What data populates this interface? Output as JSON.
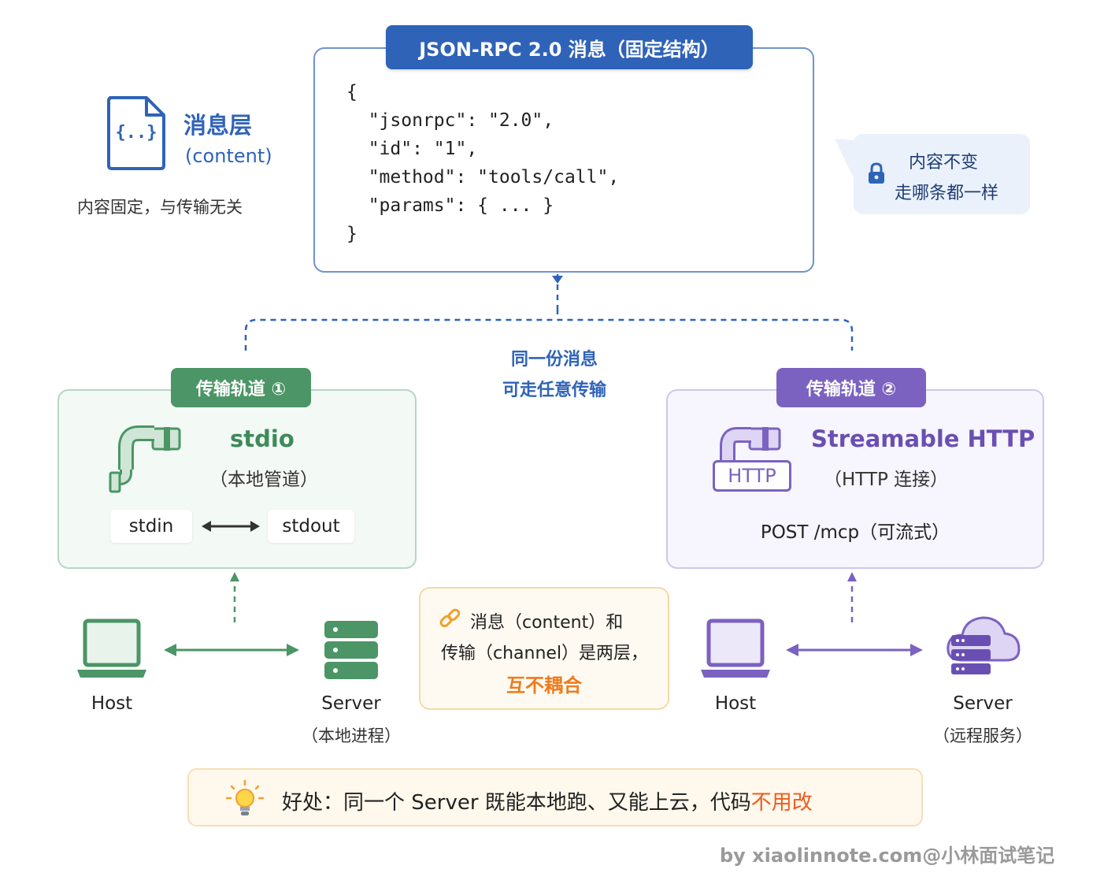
{
  "message": {
    "title": "JSON-RPC 2.0 消息（固定结构）",
    "code_lines": [
      "{",
      "  \"jsonrpc\": \"2.0\",",
      "  \"id\": \"1\",",
      "  \"method\": \"tools/call\",",
      "  \"params\": { ... }",
      "}"
    ]
  },
  "message_layer": {
    "icon_text": "{..}",
    "title": "消息层",
    "subtitle": "(content)",
    "note": "内容固定，与传输无关"
  },
  "invariant": {
    "line1": "内容不变",
    "line2": "走哪条都一样"
  },
  "center_note": {
    "line1": "同一份消息",
    "line2": "可走任意传输"
  },
  "transport_stdio": {
    "tag": "传输轨道 ①",
    "name": "stdio",
    "desc": "（本地管道）",
    "left_chip": "stdin",
    "right_chip": "stdout",
    "host_label": "Host",
    "server_label": "Server",
    "server_note": "（本地进程）"
  },
  "transport_http": {
    "tag": "传输轨道 ②",
    "name": "Streamable HTTP",
    "desc": "（HTTP 连接）",
    "icon_text": "HTTP",
    "endpoint": "POST /mcp（可流式）",
    "host_label": "Host",
    "server_label": "Server",
    "server_note": "（远程服务）"
  },
  "decouple": {
    "line1": "消息（content）和",
    "line2": "传输（channel）是两层，",
    "highlight": "互不耦合"
  },
  "benefit": {
    "text": "好处：同一个 Server 既能本地跑、又能上云，代码",
    "highlight": "不用改"
  },
  "watermark": "by xiaolinnote.com@小林面试笔记",
  "colors": {
    "blue": "#2f63b8",
    "green": "#4b9566",
    "purple": "#7b62c0",
    "orange": "#f07a1c"
  }
}
